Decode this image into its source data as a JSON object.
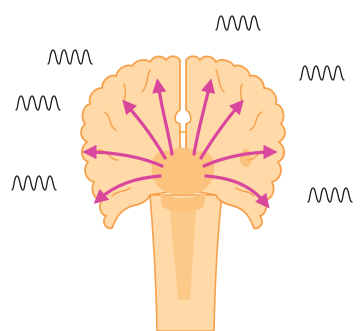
{
  "diagram": {
    "colors": {
      "background": "#ffffff",
      "brain_fill": "#ffd9a8",
      "brain_outline": "#f5a04a",
      "core_fill": "#fcc37e",
      "arrow": "#d8479c",
      "wave": "#1a1a1a"
    },
    "structures": [
      {
        "name": "cerebral-cortex"
      },
      {
        "name": "thalamus"
      },
      {
        "name": "brainstem"
      }
    ],
    "arrows": {
      "count": 8,
      "origin": "thalamus",
      "target": "cerebral-cortex"
    },
    "eeg_traces": {
      "count": 6,
      "pattern": "rhythmic waves"
    }
  }
}
